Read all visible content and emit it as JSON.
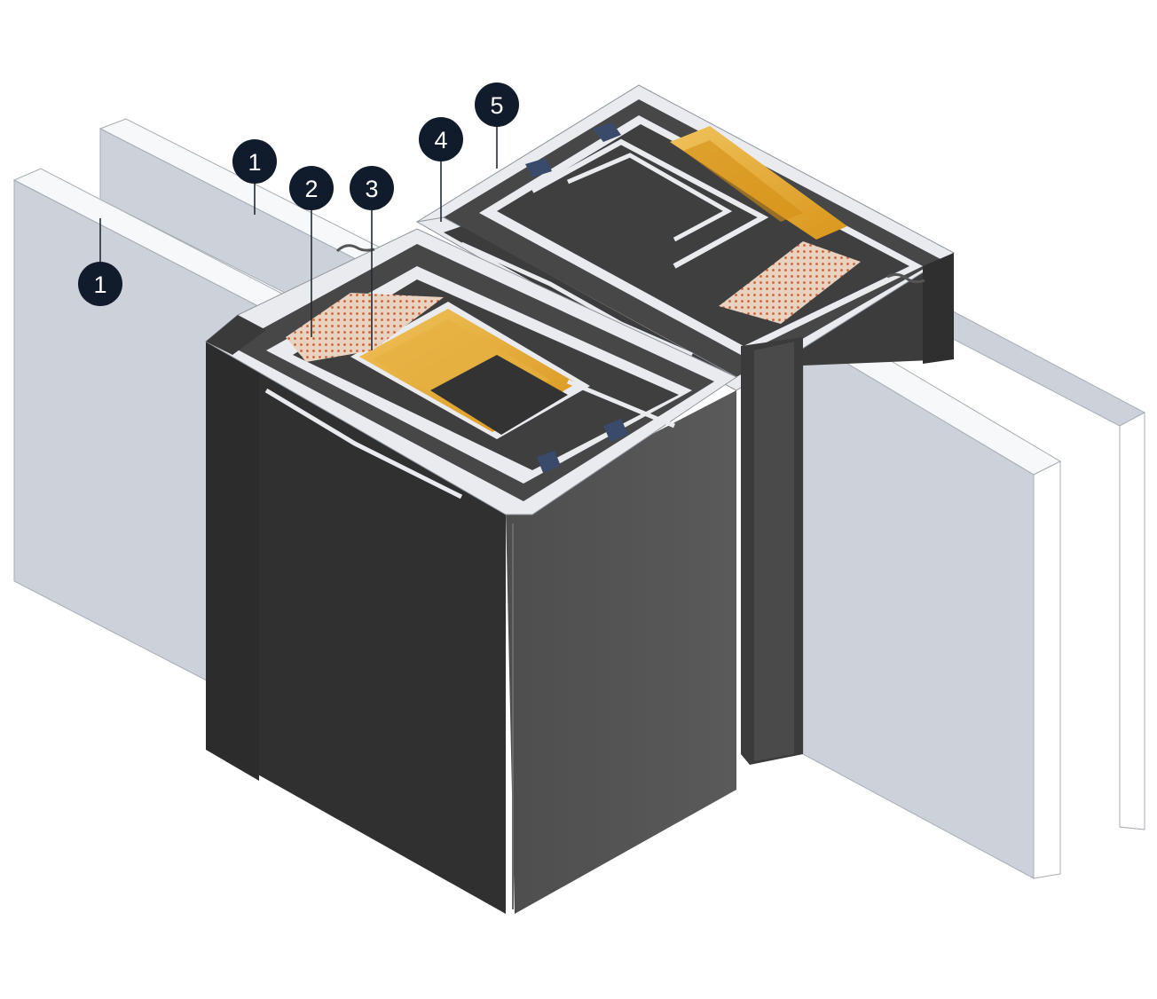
{
  "colors": {
    "background": "#ffffff",
    "panel_face": "#cdd1d9",
    "panel_edge": "#ffffff",
    "panel_outline": "#9aa0aa",
    "profile_dark": "#303030",
    "profile_mid": "#3c3c3c",
    "profile_side": "#555555",
    "profile_chamber": "#474747",
    "profile_wall": "#e9ebef",
    "reinforcement": "#e2a21f",
    "reinforcement_light": "#f0c25c",
    "foam": "#e7c9b5",
    "foam_dots": "#c8643a",
    "gasket": "#3a4a6a",
    "callout": "#101b2b",
    "callout_text": "#ffffff"
  },
  "callouts": [
    {
      "id": "panel-outer",
      "label": "1"
    },
    {
      "id": "panel-inner",
      "label": "1"
    },
    {
      "id": "foam-seal",
      "label": "2"
    },
    {
      "id": "steel-reinforcement",
      "label": "3"
    },
    {
      "id": "connector-profile",
      "label": "4"
    },
    {
      "id": "frame-profile",
      "label": "5"
    }
  ]
}
